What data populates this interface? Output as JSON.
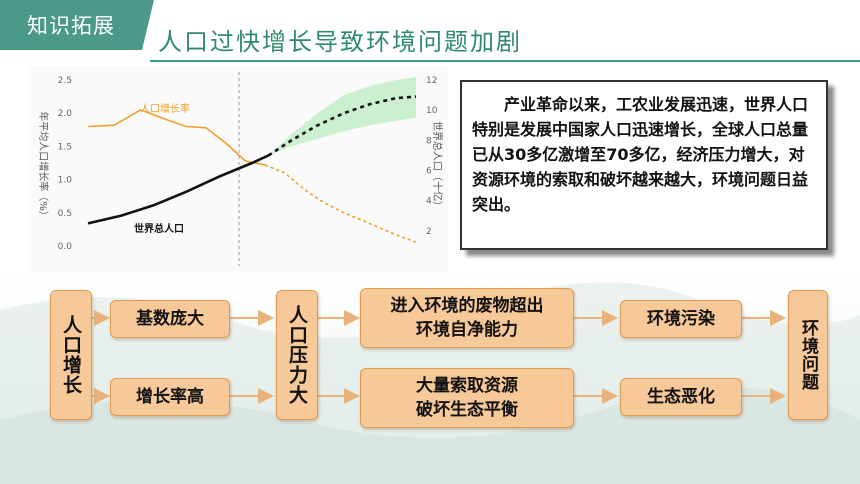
{
  "header": {
    "tag": "知识拓展",
    "title": "人口过快增长导致环境问题加剧"
  },
  "chart_data": {
    "type": "line",
    "left_axis": {
      "label": "年平均人口增长率（%）",
      "ticks": [
        "2.5",
        "2.0",
        "1.5",
        "1.0",
        "0.5",
        "0.0"
      ],
      "range": [
        0,
        2.5
      ]
    },
    "right_axis": {
      "label": "世界总人口（十亿）",
      "ticks": [
        "12",
        "10",
        "8",
        "6",
        "4",
        "2"
      ],
      "range": [
        1,
        12
      ]
    },
    "series": [
      {
        "name": "人口增长率",
        "axis": "left",
        "color": "#f0a028",
        "x": [
          0,
          0.08,
          0.16,
          0.24,
          0.3,
          0.36,
          0.42,
          0.48,
          0.54,
          0.6,
          0.66,
          0.72,
          0.78,
          0.84,
          0.9,
          0.96,
          1.0
        ],
        "values": [
          1.8,
          1.82,
          2.05,
          1.9,
          1.8,
          1.78,
          1.55,
          1.28,
          1.22,
          1.1,
          0.85,
          0.65,
          0.5,
          0.38,
          0.25,
          0.13,
          0.06
        ],
        "projection_from_x": 0.55
      },
      {
        "name": "世界总人口",
        "axis": "right",
        "color": "#111111",
        "x": [
          0,
          0.1,
          0.2,
          0.3,
          0.4,
          0.5,
          0.55,
          0.62,
          0.7,
          0.78,
          0.86,
          0.94,
          1.0
        ],
        "values": [
          2.5,
          3.0,
          3.7,
          4.6,
          5.6,
          6.5,
          7.0,
          8.0,
          9.0,
          9.8,
          10.4,
          10.8,
          10.9
        ],
        "projection_from_x": 0.55,
        "band_low": [
          7.0,
          7.6,
          8.1,
          8.6,
          9.0,
          9.3,
          9.5
        ],
        "band_high": [
          7.0,
          8.4,
          9.8,
          11.0,
          11.6,
          12.0,
          12.2
        ]
      }
    ]
  },
  "textbox": {
    "text": "产业革命以来，工农业发展迅速，世界人口特别是发展中国家人口迅速增长，全球人口总量已从30多亿激增至70多亿，经济压力增大，对资源环境的索取和破坏越来越大，环境问题日益突出。"
  },
  "flow": {
    "population_growth": "人口增长",
    "large_base": "基数庞大",
    "high_rate": "增长率高",
    "population_pressure": "人口压力大",
    "waste_line1": "进入环境的废物超出",
    "waste_line2": "环境自净能力",
    "extract_line1": "大量索取资源",
    "extract_line2": "破坏生态平衡",
    "pollution": "环境污染",
    "eco_damage": "生态恶化",
    "env_problem": "环境问题"
  },
  "colors": {
    "accent": "#4a9a87",
    "box_fill": "#f8c998",
    "box_border": "#dd9a50",
    "arrow": "#e8b27a"
  }
}
